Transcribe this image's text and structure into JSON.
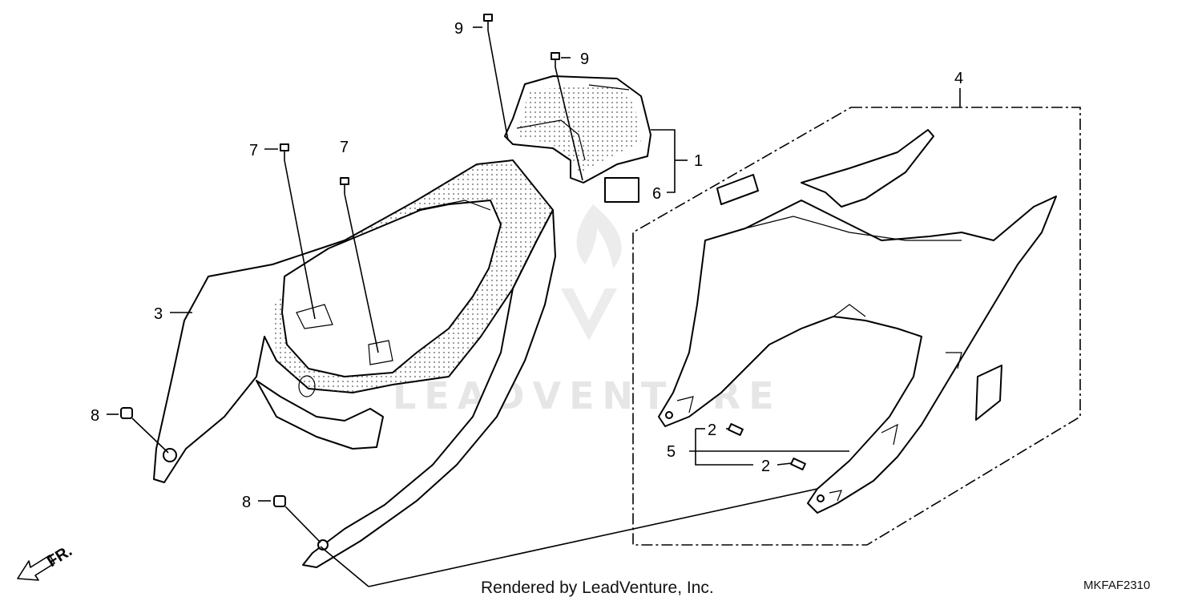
{
  "callouts": {
    "c1": "1",
    "c2a": "2",
    "c2b": "2",
    "c3": "3",
    "c4": "4",
    "c5": "5",
    "c6": "6",
    "c7a": "7",
    "c7b": "7",
    "c8a": "8",
    "c8b": "8",
    "c9a": "9",
    "c9b": "9"
  },
  "direction_label": "FR.",
  "watermark": "LEADVENTURE",
  "footer": {
    "credit": "Rendered by LeadVenture, Inc.",
    "code": "MKFAF2310"
  }
}
